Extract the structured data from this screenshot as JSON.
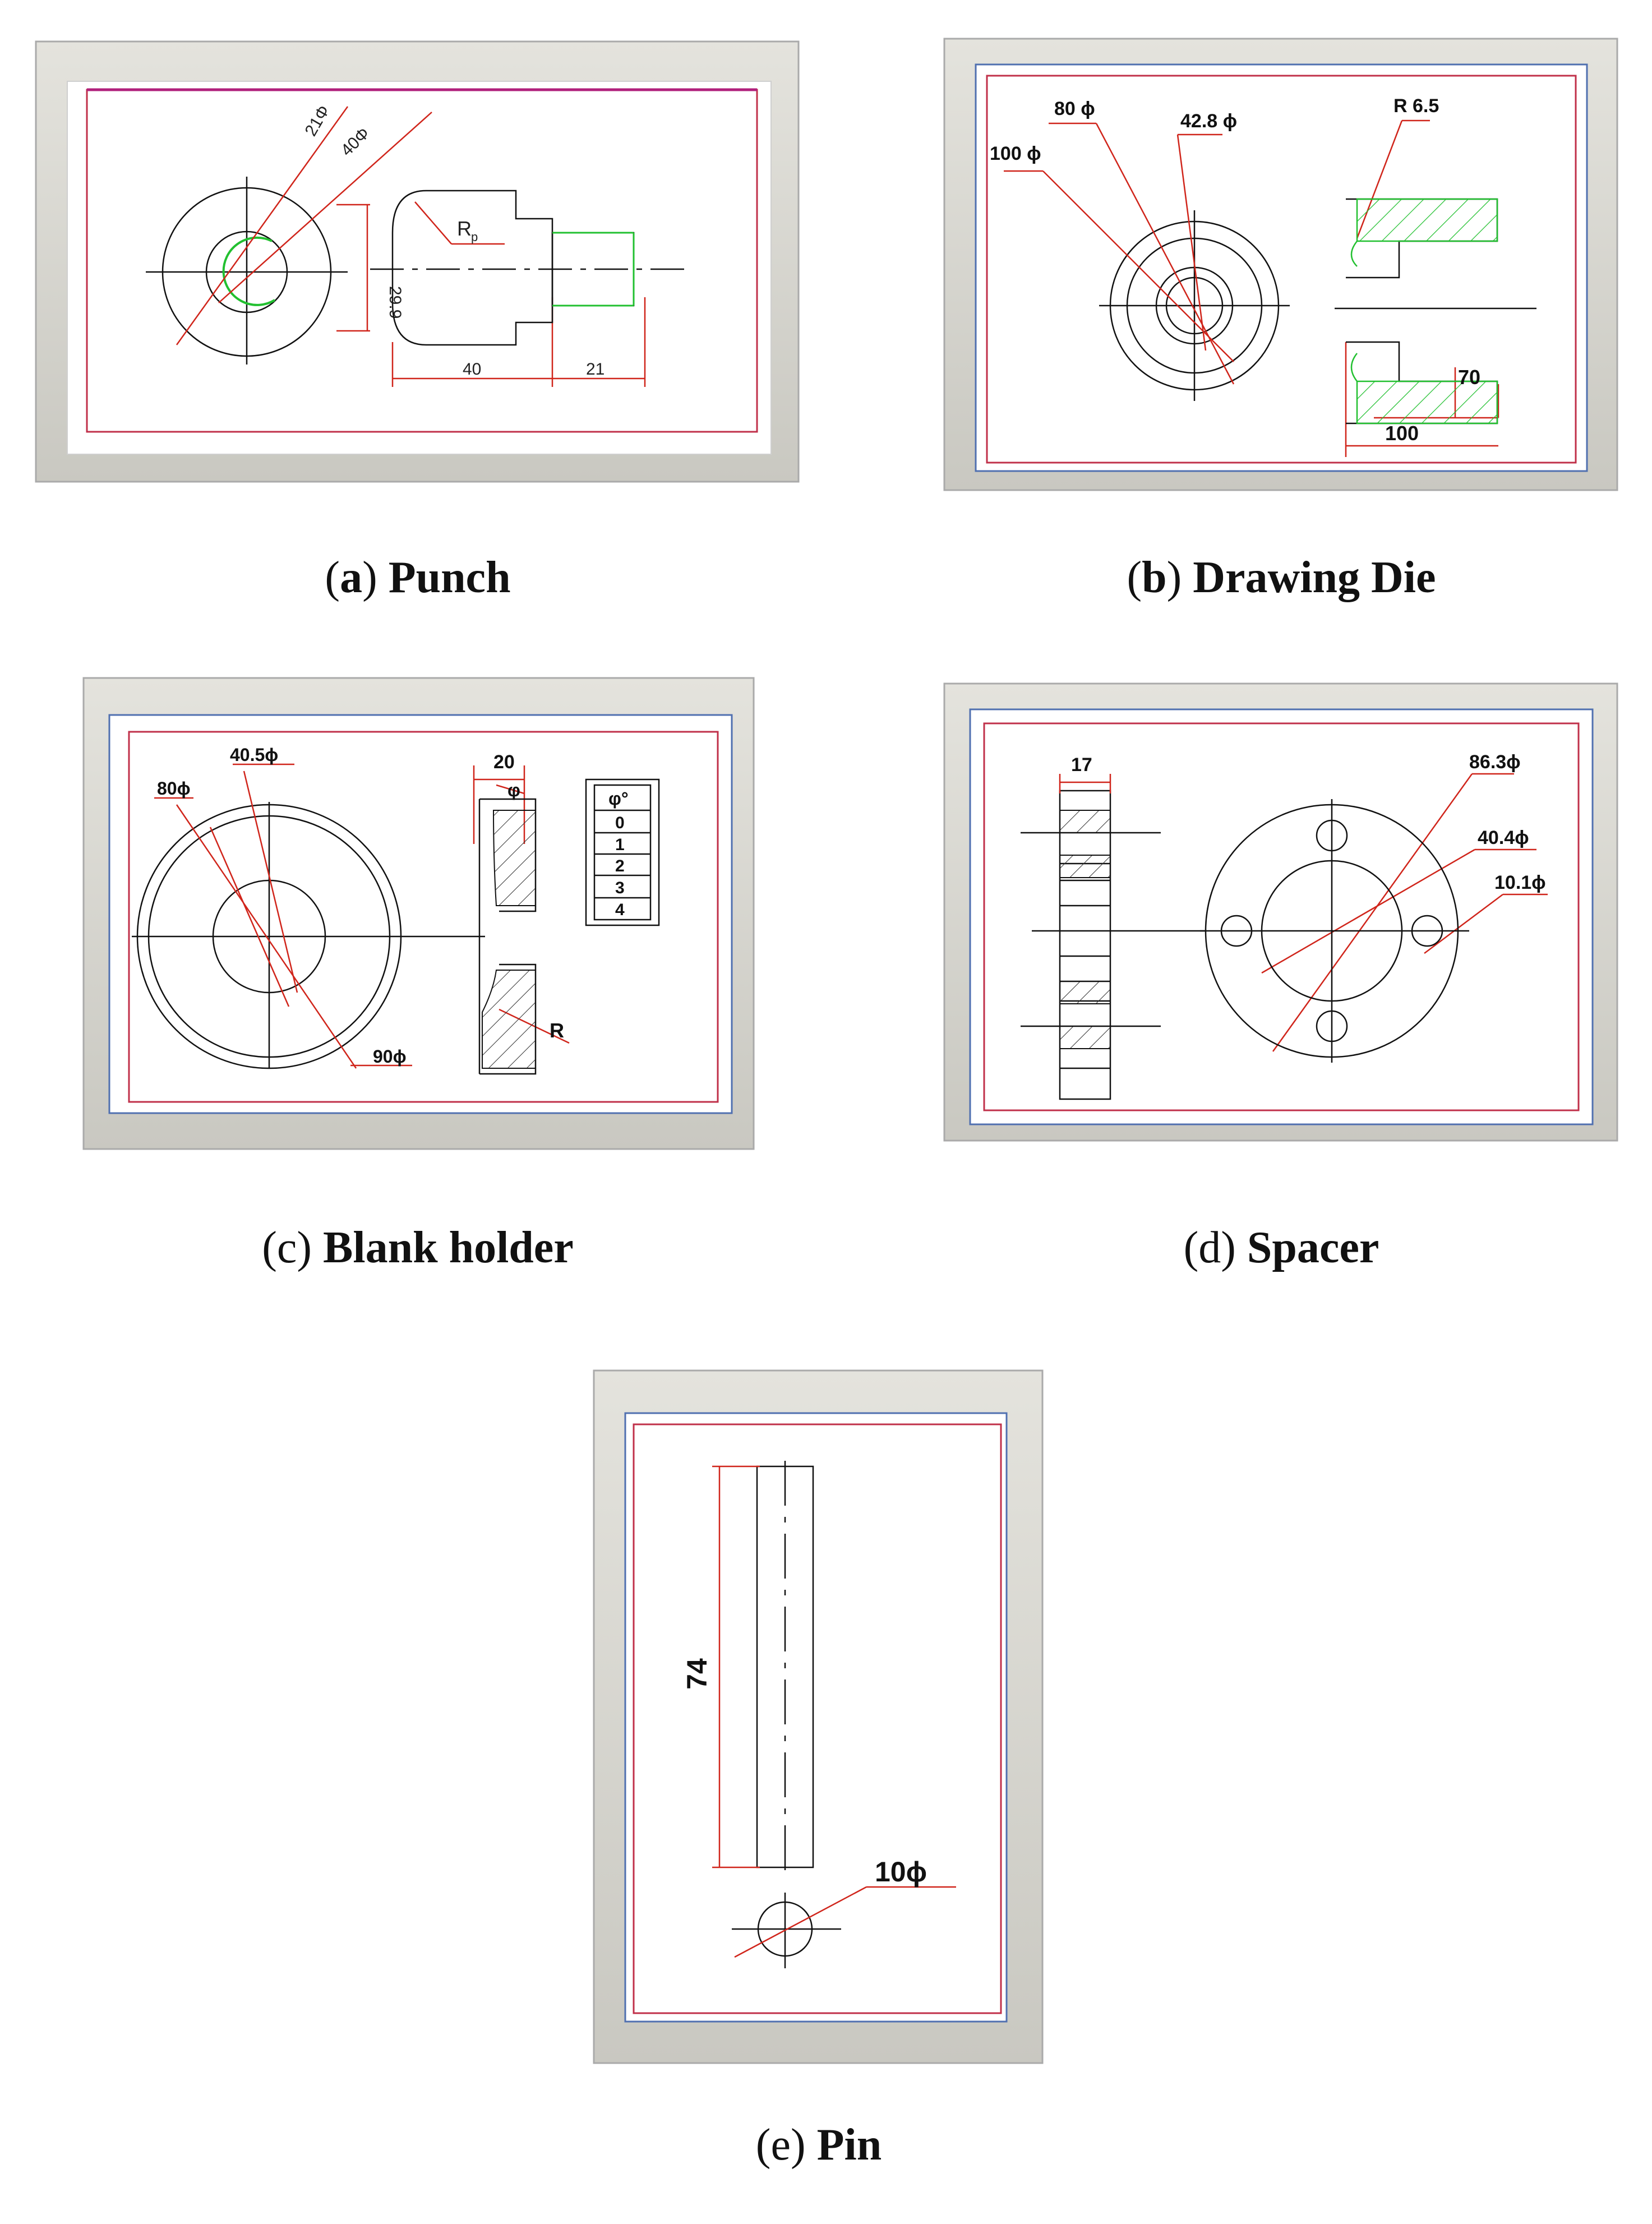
{
  "panels": {
    "a": {
      "caption_letter": "a",
      "caption_title": "Punch",
      "dims": {
        "d21": "21Φ",
        "d40": "40Φ",
        "h299": "29.9",
        "l40": "40",
        "l21": "21",
        "rp": "R",
        "rp_sub": "p"
      }
    },
    "b": {
      "caption_letter": "b",
      "caption_title": "Drawing Die",
      "dims": {
        "d80": "80 ϕ",
        "d428": "42.8 ϕ",
        "d100": "100 ϕ",
        "r65": "R 6.5",
        "l70": "70",
        "l100": "100"
      }
    },
    "c": {
      "caption_letter": "c",
      "caption_title": "Blank holder",
      "dims": {
        "d405": "40.5ϕ",
        "d80": "80ϕ",
        "d90": "90ϕ",
        "w20": "20",
        "phi": "φ",
        "r": "R"
      },
      "table": {
        "header": "φ°",
        "rows": [
          "0",
          "1",
          "2",
          "3",
          "4"
        ]
      }
    },
    "d": {
      "caption_letter": "d",
      "caption_title": "Spacer",
      "dims": {
        "w17": "17",
        "d863": "86.3ϕ",
        "d404": "40.4ϕ",
        "d101": "10.1ϕ"
      }
    },
    "e": {
      "caption_letter": "e",
      "caption_title": "Pin",
      "dims": {
        "l74": "74",
        "d10": "10ϕ"
      }
    }
  }
}
